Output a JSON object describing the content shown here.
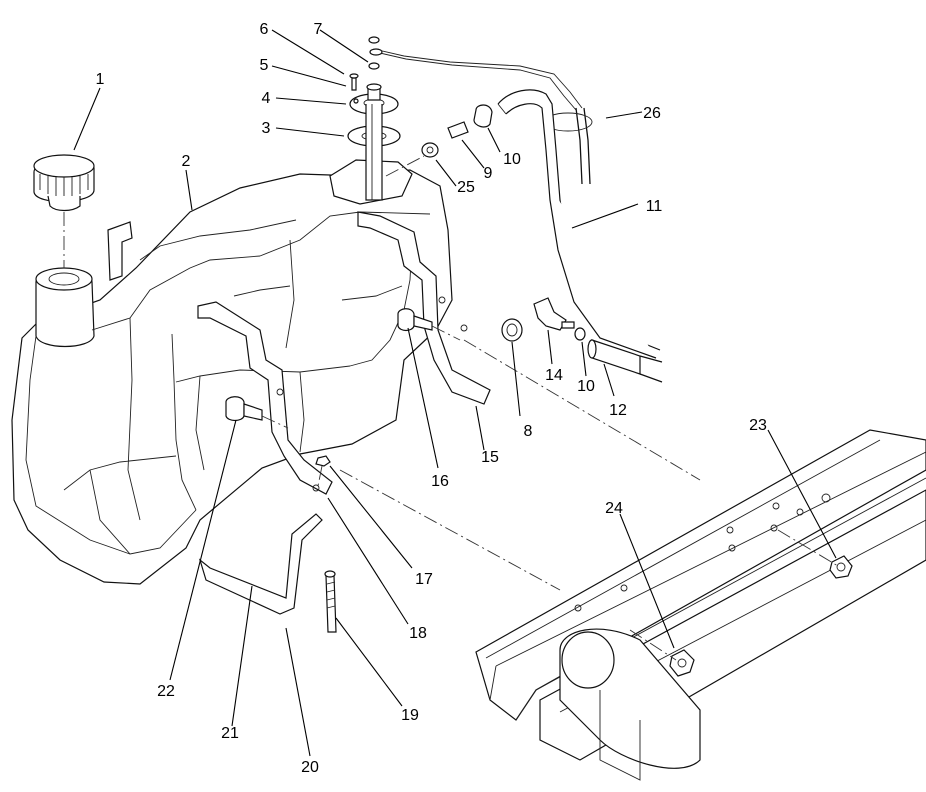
{
  "callouts": [
    {
      "id": "c1",
      "text": "1"
    },
    {
      "id": "c2",
      "text": "2"
    },
    {
      "id": "c3",
      "text": "3"
    },
    {
      "id": "c4",
      "text": "4"
    },
    {
      "id": "c5",
      "text": "5"
    },
    {
      "id": "c6",
      "text": "6"
    },
    {
      "id": "c7",
      "text": "7"
    },
    {
      "id": "c8",
      "text": "8"
    },
    {
      "id": "c9",
      "text": "9"
    },
    {
      "id": "c10a",
      "text": "10"
    },
    {
      "id": "c10b",
      "text": "10"
    },
    {
      "id": "c11",
      "text": "11"
    },
    {
      "id": "c12",
      "text": "12"
    },
    {
      "id": "c14",
      "text": "14"
    },
    {
      "id": "c15",
      "text": "15"
    },
    {
      "id": "c16",
      "text": "16"
    },
    {
      "id": "c17",
      "text": "17"
    },
    {
      "id": "c18",
      "text": "18"
    },
    {
      "id": "c19",
      "text": "19"
    },
    {
      "id": "c20",
      "text": "20"
    },
    {
      "id": "c21",
      "text": "21"
    },
    {
      "id": "c22",
      "text": "22"
    },
    {
      "id": "c23",
      "text": "23"
    },
    {
      "id": "c24",
      "text": "24"
    },
    {
      "id": "c25",
      "text": "25"
    },
    {
      "id": "c26",
      "text": "26"
    }
  ]
}
